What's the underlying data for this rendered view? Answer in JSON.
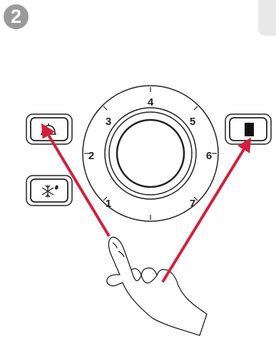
{
  "step": {
    "number": "2"
  },
  "dial": {
    "numbers": [
      "1",
      "2",
      "3",
      "4",
      "5",
      "6",
      "7"
    ]
  },
  "buttons": {
    "left_top_icon": "bell-cloche-icon",
    "left_bottom_icon": "snowflake-defrost-icon",
    "right_icon": "square-stop-icon"
  },
  "colors": {
    "arrow": "#d41f3b",
    "badge": "#9a9a9a",
    "outline": "#222222"
  }
}
